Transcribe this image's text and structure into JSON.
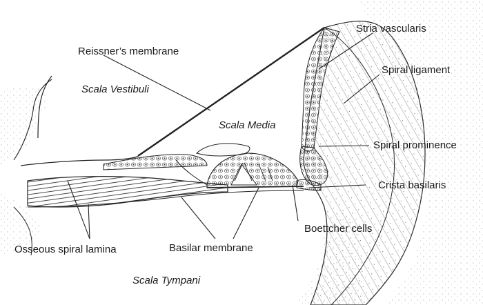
{
  "regions": {
    "scala_vestibuli": "Scala Vestibuli",
    "scala_media": "Scala Media",
    "scala_tympani": "Scala Tympani"
  },
  "labels": {
    "reissners_membrane": "Reissner’s membrane",
    "stria_vascularis": "Stria vascularis",
    "spiral_ligament": "Spiral ligament",
    "spiral_prominence": "Spiral prominence",
    "crista_basilaris": "Crista basilaris",
    "boettcher_cells": "Boettcher cells",
    "basilar_membrane": "Basilar membrane",
    "osseous_spiral_lamina": "Osseous spiral lamina"
  },
  "colors": {
    "ink": "#1a1a1a",
    "stipple": "#9a9a9a",
    "tissue": "#f4f4f4"
  }
}
